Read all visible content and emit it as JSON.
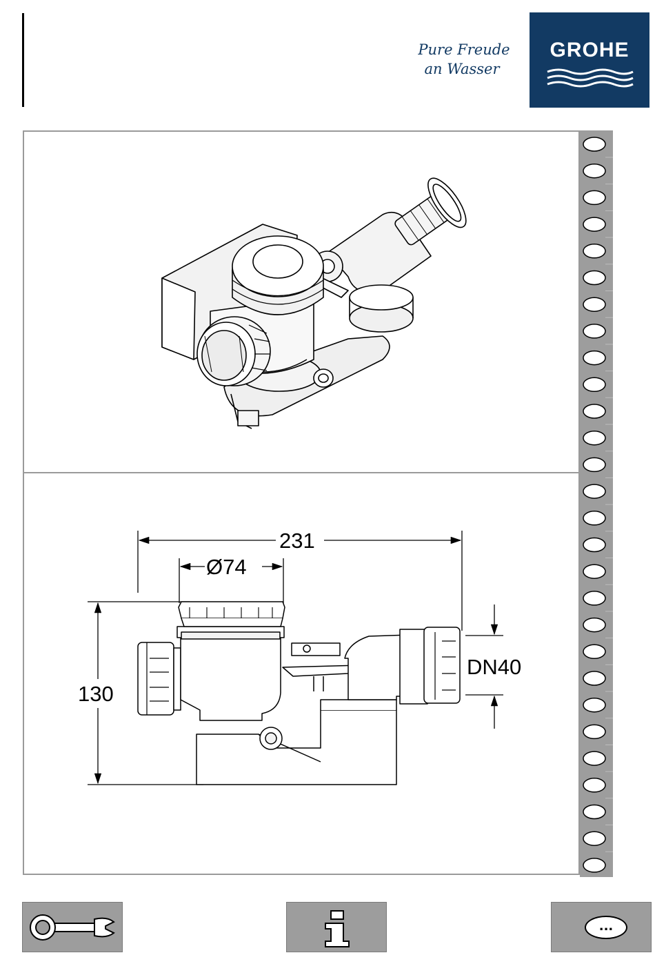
{
  "header": {
    "tagline_line1": "Pure Freude",
    "tagline_line2": "an Wasser",
    "brand": "GROHE",
    "brand_color": "#123a63"
  },
  "dimensions": {
    "overall_width": "231",
    "diameter": "Ø74",
    "height": "130",
    "outlet": "DN40"
  },
  "binder": {
    "ring_count": 28
  },
  "nav": {
    "buttons": [
      {
        "icon": "wrench-icon"
      },
      {
        "icon": "info-icon"
      },
      {
        "icon": "more-icon",
        "label": "..."
      }
    ]
  }
}
